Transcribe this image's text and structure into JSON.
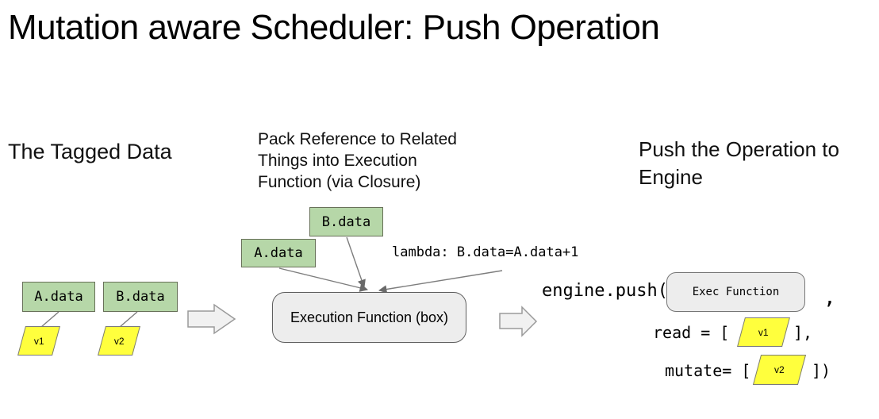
{
  "title": "Mutation aware Scheduler: Push Operation",
  "left": {
    "heading": "The Tagged Data",
    "box_a_label": "A.data",
    "box_b_label": "B.data",
    "tag_v1": "v1",
    "tag_v2": "v2"
  },
  "middle": {
    "heading": "Pack Reference to Related Things into Execution Function (via Closure)",
    "box_b_label": "B.data",
    "box_a_label": "A.data",
    "lambda_label": "lambda: B.data=A.data+1",
    "exec_box_label": "Execution Function (box)"
  },
  "right": {
    "heading": "Push the Operation to Engine",
    "engine_push_label": "engine.push(",
    "exec_function_label": "Exec Function",
    "comma": ",",
    "read_prefix": "read = [",
    "read_tag": "v1",
    "read_suffix": "],",
    "mutate_prefix": "mutate= [",
    "mutate_tag": "v2",
    "mutate_suffix": "])"
  },
  "colors": {
    "box_green": "#b6d7a8",
    "tag_yellow": "#ffff3d",
    "exec_gray": "#ededed",
    "block_arrow_fill": "#f1f1f1",
    "line_gray": "#7d7d7d"
  }
}
